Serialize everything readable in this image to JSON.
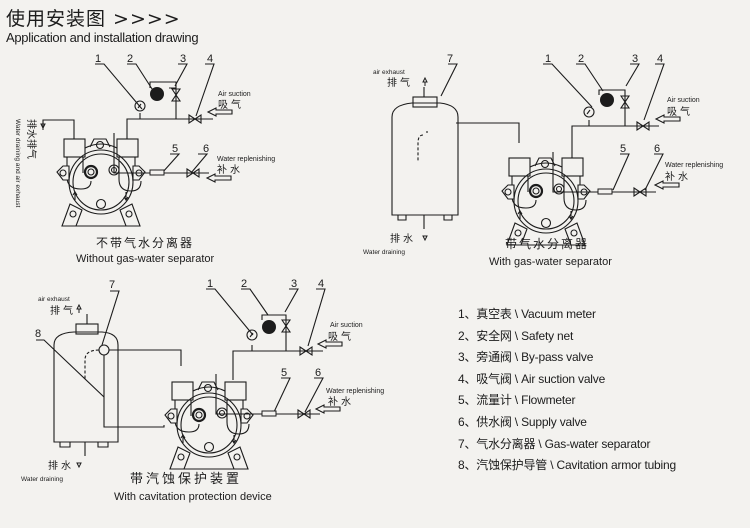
{
  "header": {
    "title_cn": "使用安装图 >>>>",
    "title_en": "Application and installation drawing"
  },
  "diagrams": [
    {
      "id": "without-separator",
      "caption_cn": "不带气水分离器",
      "caption_en": "Without gas-water separator",
      "numbers": [
        "1",
        "2",
        "3",
        "4",
        "5",
        "6"
      ],
      "labels": {
        "air_suction_en": "Air suction",
        "air_suction_cn": "吸气",
        "water_replenishing_en": "Water replenishing",
        "water_replenishing_cn": "补水",
        "drain_exhaust_cn": "排水排气",
        "drain_exhaust_en": "Water draining and air exhaust"
      }
    },
    {
      "id": "with-separator",
      "caption_cn": "带气水分离器",
      "caption_en": "With gas-water separator",
      "numbers": [
        "1",
        "2",
        "3",
        "4",
        "5",
        "6",
        "7"
      ],
      "labels": {
        "air_exhaust_en": "air exhaust",
        "air_exhaust_cn": "排气",
        "water_draining_cn": "排水",
        "water_draining_en": "Water draining",
        "air_suction_en": "Air suction",
        "air_suction_cn": "吸气",
        "water_replenishing_en": "Water replenishing",
        "water_replenishing_cn": "补水"
      }
    },
    {
      "id": "with-cavitation-protection",
      "caption_cn": "带汽蚀保护装置",
      "caption_en": "With cavitation protection device",
      "numbers": [
        "1",
        "2",
        "3",
        "4",
        "5",
        "6",
        "7",
        "8"
      ],
      "labels": {
        "air_exhaust_en": "air exhaust",
        "air_exhaust_cn": "排气",
        "water_draining_cn": "排水",
        "water_draining_en": "Water draining",
        "air_suction_en": "Air suction",
        "air_suction_cn": "吸气",
        "water_replenishing_en": "Water replenishing",
        "water_replenishing_cn": "补水"
      }
    }
  ],
  "legend": [
    "1、真空表 \\ Vacuum meter",
    "2、安全网 \\ Safety net",
    "3、旁通阀 \\ By-pass valve",
    "4、吸气阀 \\ Air suction valve",
    "5、流量计 \\ Flowmeter",
    "6、供水阀 \\ Supply valve",
    "7、气水分离器 \\ Gas-water separator",
    "8、汽蚀保护导管 \\ Cavitation armor tubing"
  ]
}
